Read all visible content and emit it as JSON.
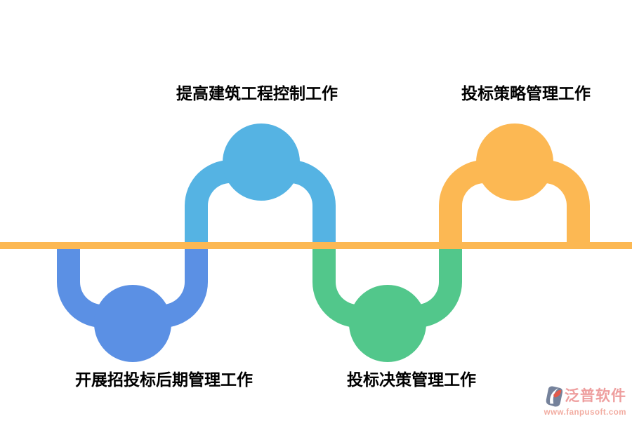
{
  "diagram": {
    "type": "alternating-wave-infographic",
    "axis": {
      "color": "#FCB853",
      "orientation": "horizontal"
    },
    "nodes": [
      {
        "id": "node-1",
        "label": "提高建筑工程控制工作",
        "side": "above",
        "color": "#55B3E3"
      },
      {
        "id": "node-2",
        "label": "开展招投标后期管理工作",
        "side": "below",
        "color": "#5B90E4"
      },
      {
        "id": "node-3",
        "label": "投标决策管理工作",
        "side": "below",
        "color": "#52C78B"
      },
      {
        "id": "node-4",
        "label": "投标策略管理工作",
        "side": "above",
        "color": "#FCB853"
      }
    ],
    "watermark": {
      "brand": "泛普软件",
      "url": "www.fanpusoft.com",
      "brand_color": "#EE9E9E",
      "icon": "fanpu-logo-icon"
    }
  }
}
